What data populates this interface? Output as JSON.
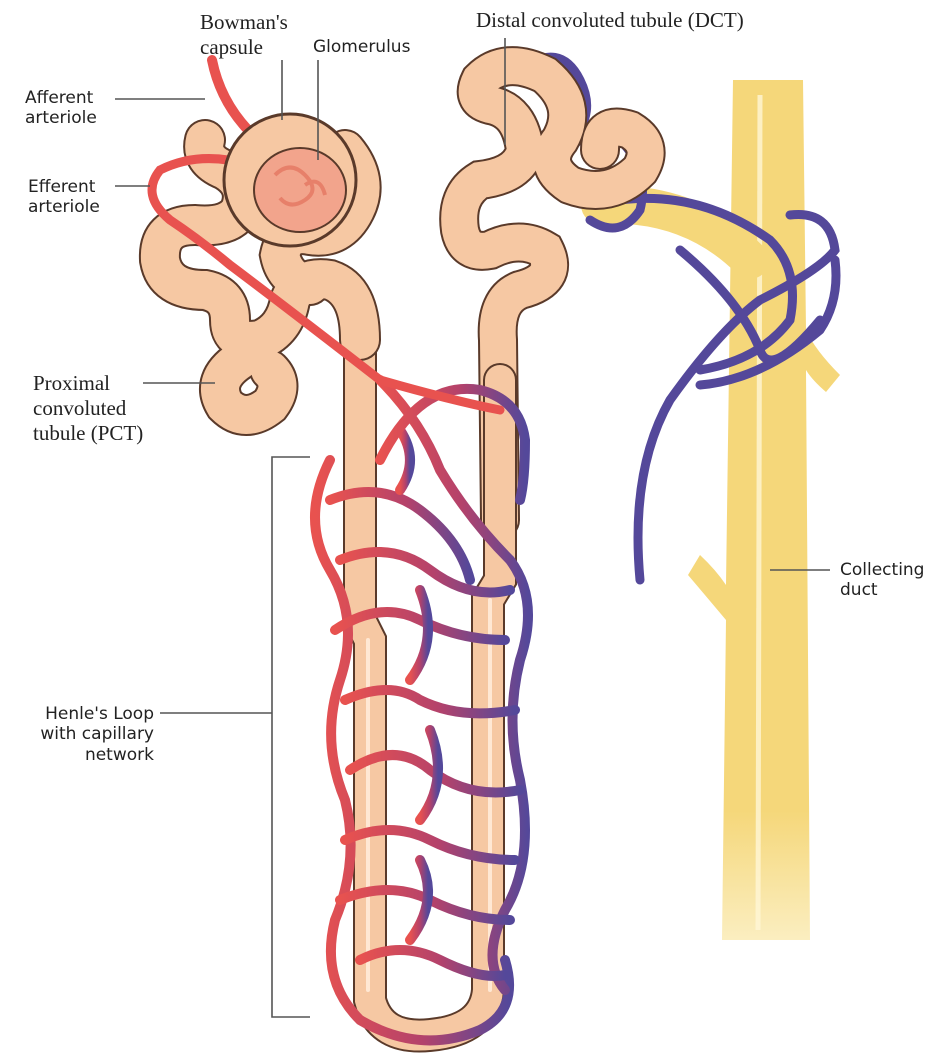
{
  "labels": {
    "bowmans_capsule": [
      "Bowman's",
      "capsule"
    ],
    "glomerulus": "Glomerulus",
    "dct": "Distal convoluted tubule (DCT)",
    "afferent_arteriole": [
      "Afferent",
      "arteriole"
    ],
    "efferent_arteriole": [
      "Efferent",
      "arteriole"
    ],
    "pct": [
      "Proximal",
      "convoluted",
      "tubule (PCT)"
    ],
    "henles_loop": [
      "Henle's Loop",
      "with capillary",
      "network"
    ],
    "collecting_duct": [
      "Collecting",
      "duct"
    ]
  },
  "colors": {
    "tubule": "#f6c8a3",
    "tubule_outline": "#5a3a2a",
    "artery": "#e8524f",
    "vein": "#54489a",
    "collecting_duct": "#f5d77a",
    "capsule_inner": "#f2a48c",
    "leader": "#555555"
  }
}
